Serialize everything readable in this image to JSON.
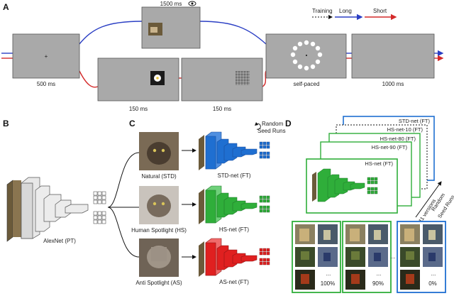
{
  "panels": {
    "a": "A",
    "b": "B",
    "c": "C",
    "d": "D"
  },
  "panel_a": {
    "screens": {
      "fixation_time": "500 ms",
      "image_time": "1500 ms",
      "flash_time": "150 ms",
      "mask_time": "150 ms",
      "response_label": "self-paced",
      "final_time": "1000 ms"
    },
    "fixation_mark": "+",
    "legend": {
      "training": "Training",
      "long": "Long",
      "short": "Short"
    },
    "colors": {
      "long": "#2b3fc4",
      "short": "#d42a2a",
      "screen": "#a9a9a9"
    }
  },
  "panel_b": {
    "network_label": "AlexNet (PT)"
  },
  "panel_c": {
    "seed_label_1": "Random",
    "seed_label_2": "Seed Runs",
    "inputs": [
      "Natural (STD)",
      "Human Spotlight (HS)",
      "Anti Spotlight (AS)"
    ],
    "nets": [
      "STD-net (FT)",
      "HS-net (FT)",
      "AS-net (FT)"
    ],
    "colors": {
      "std": "#1f6fd1",
      "hs": "#2fae3a",
      "as": "#e02020"
    }
  },
  "panel_d": {
    "stack_labels": [
      "STD-net (FT)",
      "HS-net-10 (FT)",
      "HS-net-80 (FT)",
      "HS-net-90 (FT)",
      "HS-net (FT)"
    ],
    "versions_label": "11 versions",
    "seed_label_1": "Random",
    "seed_label_2": "Seed Runs",
    "ellipsis": "...",
    "percentages": [
      "100%",
      "90%",
      "0%"
    ]
  }
}
